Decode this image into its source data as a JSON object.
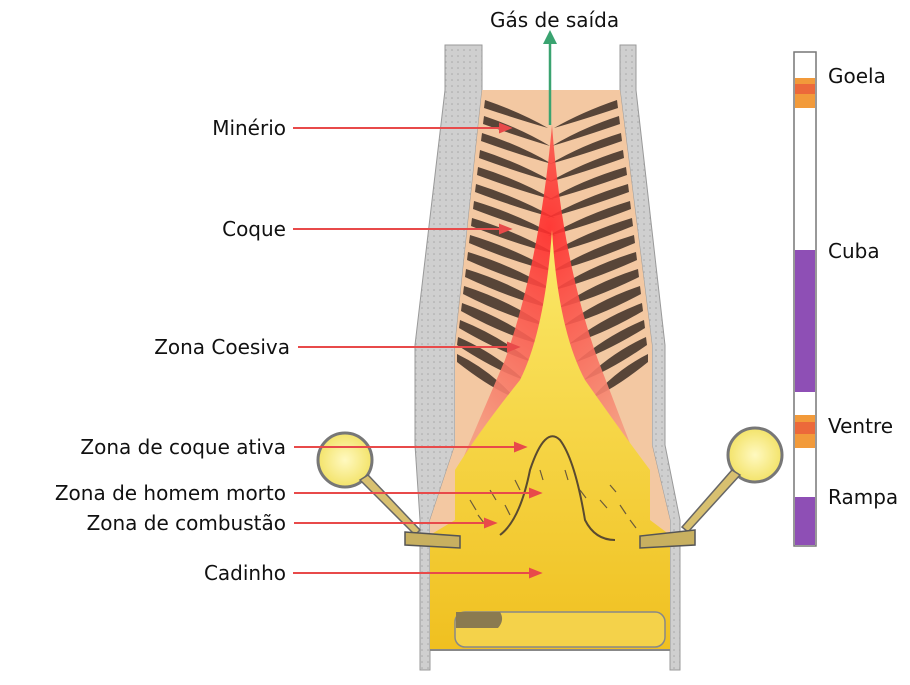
{
  "title": "Gás de saída",
  "labels": {
    "minerio": "Minério",
    "coque": "Coque",
    "zona_coesiva": "Zona Coesiva",
    "zona_coque_ativa": "Zona de coque ativa",
    "zona_homem_morto": "Zona de homem morto",
    "zona_combustao": "Zona de combustão",
    "cadinho": "Cadinho"
  },
  "scale": {
    "goela": "Goela",
    "cuba": "Cuba",
    "ventre": "Ventre",
    "rampa": "Rampa"
  },
  "colors": {
    "wall": "#c9c9c9",
    "ore": "#f2c29a",
    "coke_layer": "#4a3a32",
    "red_zone": "#e8262b",
    "yellow_zone": "#f7e040",
    "arrow": "#e84a4a",
    "gas_arrow": "#3aa370",
    "scale_purple": "#8e4fb5",
    "scale_orange": "#f29a3a"
  }
}
